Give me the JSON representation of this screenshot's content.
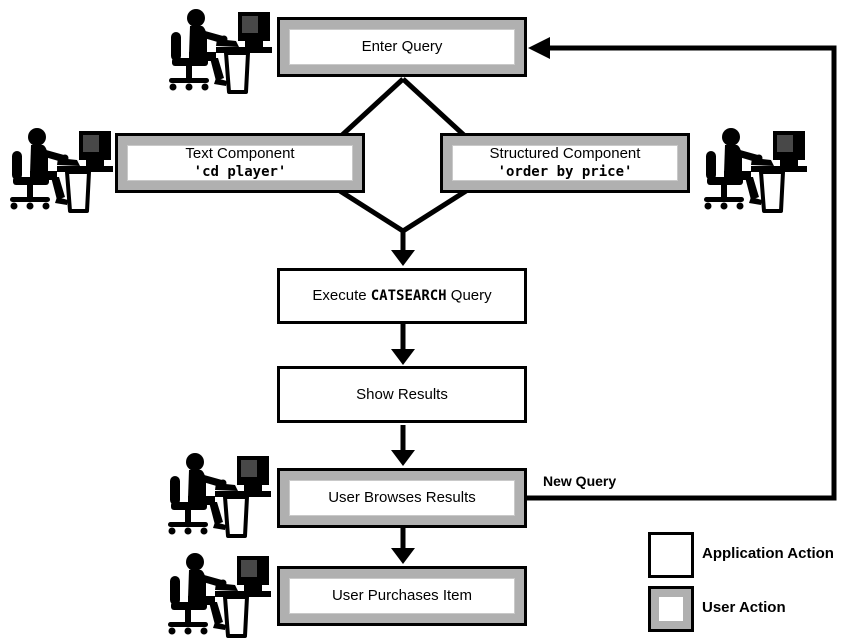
{
  "diagram": {
    "nodes": {
      "enter_query": "Enter Query",
      "text_component": {
        "title": "Text Component",
        "code": "'cd player'"
      },
      "structured_component": {
        "title": "Structured Component",
        "code": "'order by price'"
      },
      "execute_query": {
        "prefix": "Execute ",
        "code": "CATSEARCH",
        "suffix": " Query"
      },
      "show_results": "Show Results",
      "user_browses": "User Browses Results",
      "user_purchases": "User Purchases Item"
    },
    "edge_labels": {
      "new_query": "New Query"
    },
    "legend": {
      "application_action": "Application Action",
      "user_action": "User Action"
    },
    "icons": {
      "person_at_computer": "person-at-computer-icon"
    },
    "colors": {
      "line": "#000000",
      "box_border": "#000000",
      "box_fill": "#ffffff",
      "user_action_band": "#b0b0b0",
      "monitor_screen": "#484848"
    }
  }
}
